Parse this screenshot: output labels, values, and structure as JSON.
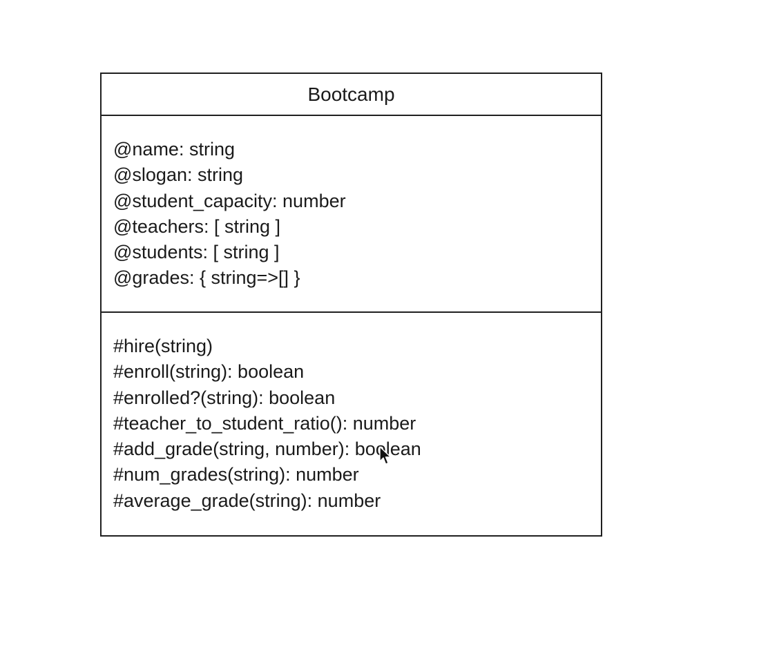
{
  "uml_class": {
    "name": "Bootcamp",
    "attributes": [
      "@name: string",
      "@slogan: string",
      "@student_capacity: number",
      "@teachers: [ string ]",
      "@students: [ string ]",
      "@grades: { string=>[] }"
    ],
    "methods": [
      "#hire(string)",
      "#enroll(string): boolean",
      "#enrolled?(string): boolean",
      "#teacher_to_student_ratio(): number",
      "#add_grade(string, number): boolean",
      "#num_grades(string): number",
      "#average_grade(string): number"
    ]
  },
  "icons": {
    "cursor": "mouse-pointer-icon"
  },
  "colors": {
    "border": "#1f1f1f",
    "text": "#1a1a1a",
    "background": "#ffffff"
  }
}
